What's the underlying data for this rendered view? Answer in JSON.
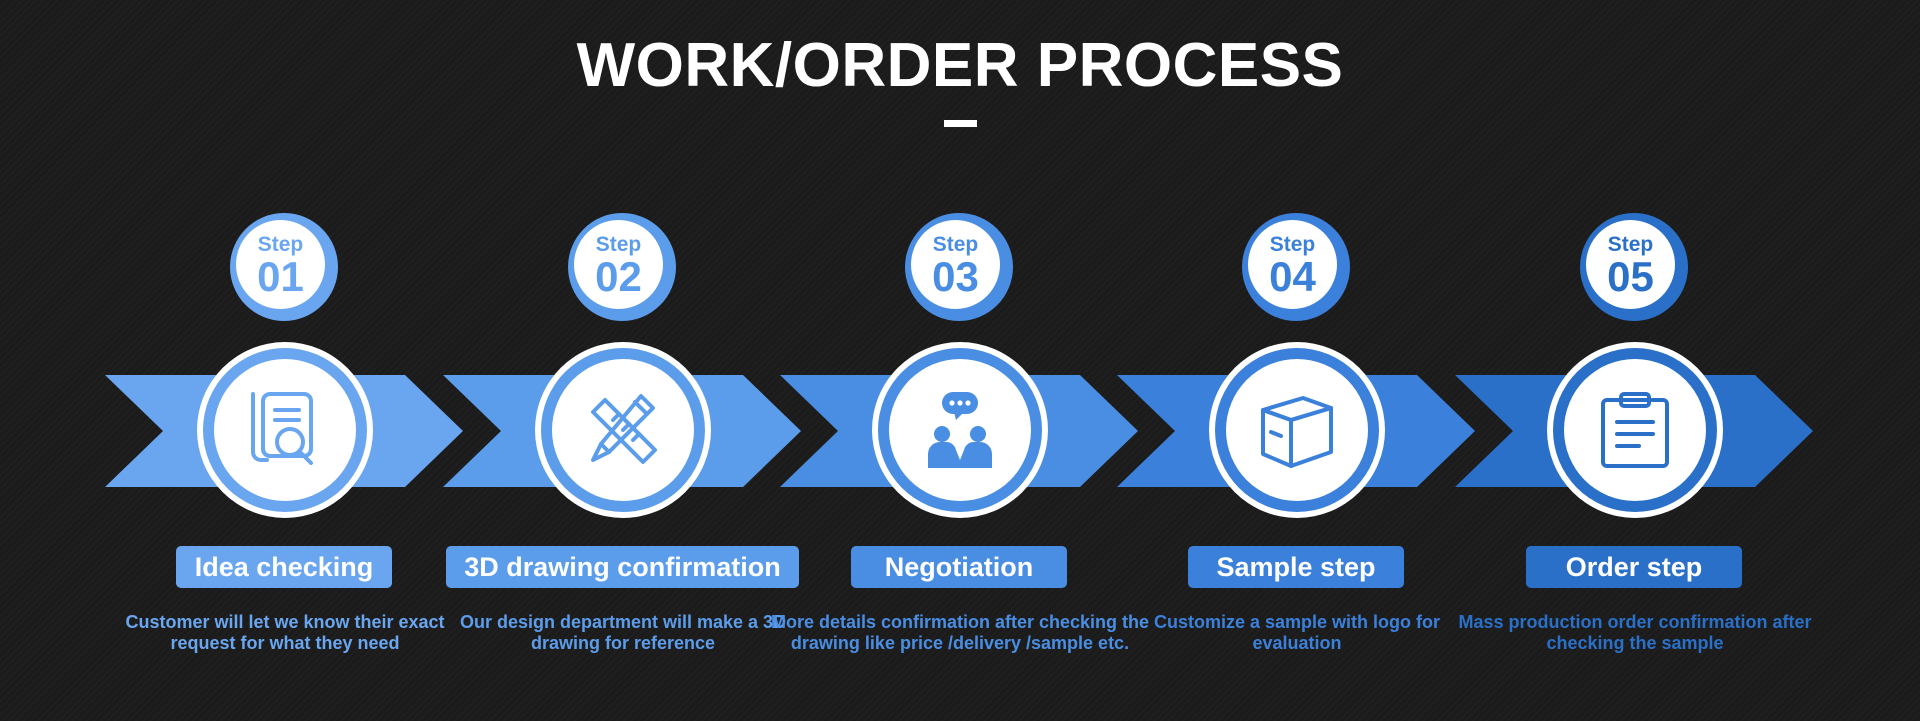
{
  "title": "WORK/ORDER PROCESS",
  "colors": {
    "background": "#1b1b1b",
    "title": "#ffffff",
    "step_1": "#6aa6f0",
    "step_2": "#5c9deb",
    "step_3": "#4a8ee3",
    "step_4": "#3b80da",
    "step_5": "#2a70c9"
  },
  "steps": [
    {
      "word": "Step",
      "number": "01",
      "label": "Idea checking",
      "description": "Customer will let we know their exact request for what they need",
      "icon": "document-search-icon"
    },
    {
      "word": "Step",
      "number": "02",
      "label": "3D drawing confirmation",
      "description": "Our design department will make a 3D drawing for reference",
      "icon": "pencil-ruler-icon"
    },
    {
      "word": "Step",
      "number": "03",
      "label": "Negotiation",
      "description": "More details confirmation after checking the drawing like price /delivery /sample etc.",
      "icon": "people-chat-icon"
    },
    {
      "word": "Step",
      "number": "04",
      "label": "Sample step",
      "description": "Customize a sample with logo for evaluation",
      "icon": "package-box-icon"
    },
    {
      "word": "Step",
      "number": "05",
      "label": "Order step",
      "description": "Mass production order confirmation after checking the sample",
      "icon": "clipboard-icon"
    }
  ]
}
